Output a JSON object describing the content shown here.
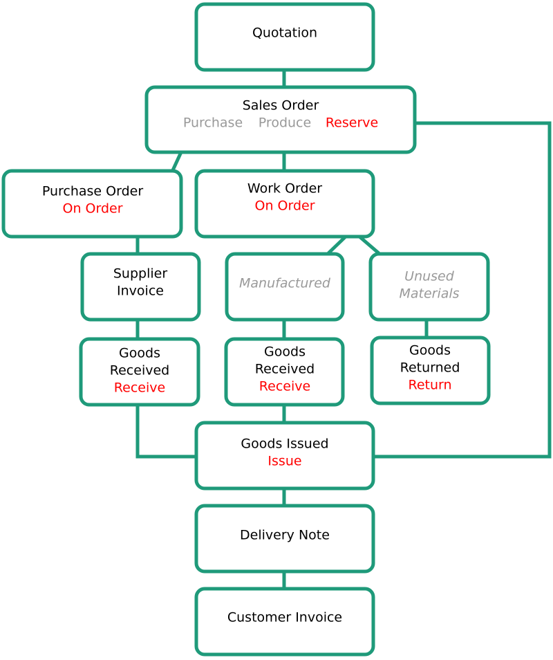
{
  "colors": {
    "border": "#1f9a7a",
    "action": "#ff0000",
    "inactive": "#999999"
  },
  "nodes": {
    "quotation": {
      "title": "Quotation"
    },
    "sales_order": {
      "title": "Sales Order",
      "action_purchase": "Purchase",
      "action_produce": "Produce",
      "action_reserve": "Reserve"
    },
    "purchase_order": {
      "title": "Purchase Order",
      "status": "On Order"
    },
    "work_order": {
      "title": "Work Order",
      "status": "On Order"
    },
    "supplier_invoice": {
      "line1": "Supplier",
      "line2": "Invoice"
    },
    "manufactured": {
      "title": "Manufactured"
    },
    "unused_materials": {
      "line1": "Unused",
      "line2": "Materials"
    },
    "goods_received_purchase": {
      "line1": "Goods",
      "line2": "Received",
      "action": "Receive"
    },
    "goods_received_manufactured": {
      "line1": "Goods",
      "line2": "Received",
      "action": "Receive"
    },
    "goods_returned": {
      "line1": "Goods",
      "line2": "Returned",
      "action": "Return"
    },
    "goods_issued": {
      "title": "Goods Issued",
      "action": "Issue"
    },
    "delivery_note": {
      "title": "Delivery Note"
    },
    "customer_invoice": {
      "title": "Customer Invoice"
    }
  }
}
